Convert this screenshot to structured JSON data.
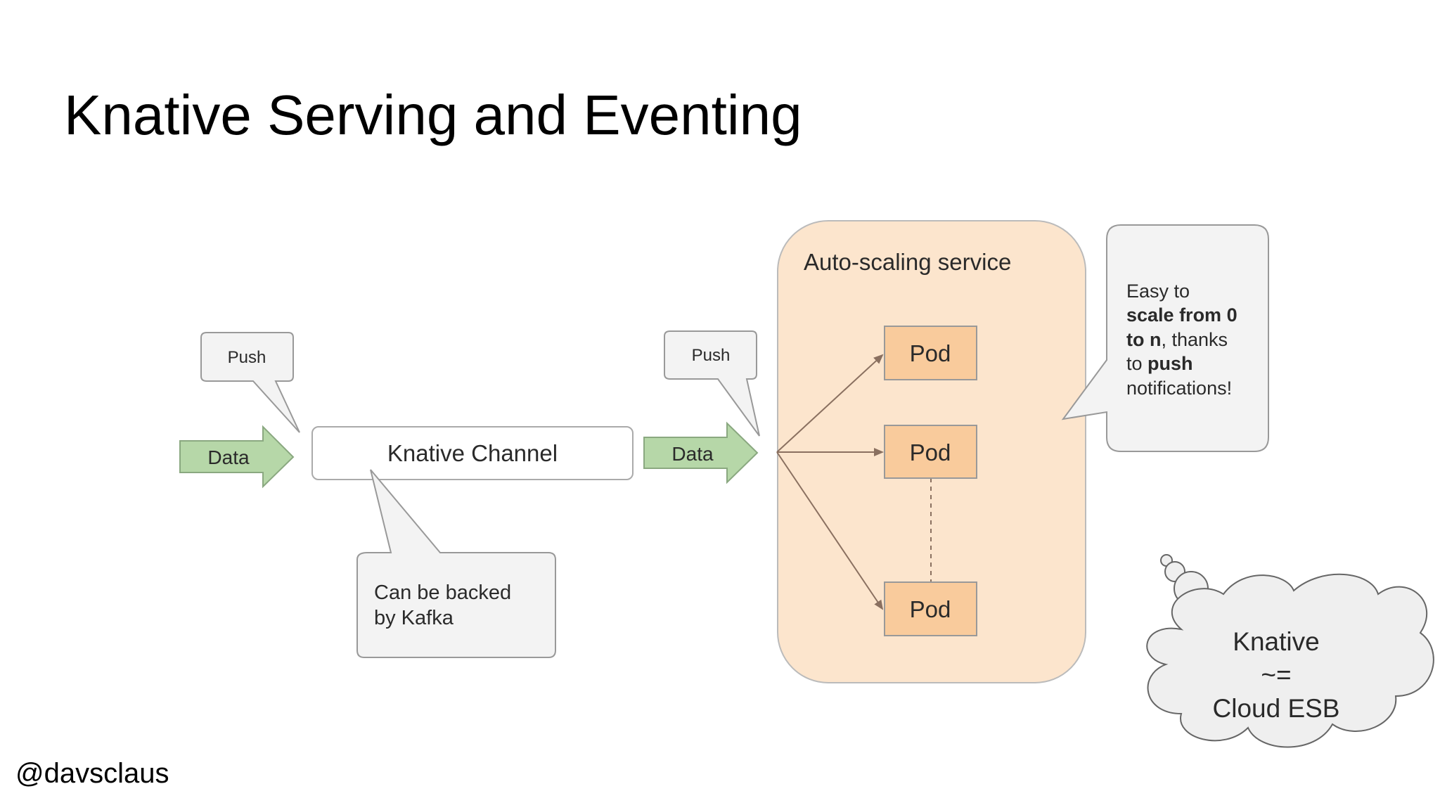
{
  "slide": {
    "title": "Knative Serving and Eventing",
    "footer_handle": "@davsclaus"
  },
  "diagram": {
    "push_label_left": "Push",
    "push_label_right": "Push",
    "data_label_left": "Data",
    "data_label_right": "Data",
    "channel_label": "Knative Channel",
    "kafka_note_line1": "Can be backed",
    "kafka_note_line2": "by Kafka",
    "service_label": "Auto-scaling service",
    "pods": [
      "Pod",
      "Pod",
      "Pod"
    ],
    "scale_note": {
      "line1": "Easy to",
      "line2_bold": "scale from 0",
      "line3_bold": "to n",
      "line3_rest": ", thanks",
      "line4_plain": "to ",
      "line4_bold": "push",
      "line5": "notifications!"
    },
    "cloud_line1": "Knative",
    "cloud_line2": "~=",
    "cloud_line3": "Cloud ESB"
  },
  "colors": {
    "data_arrow_fill": "#b6d7a8",
    "service_fill": "#fce5cd",
    "pod_fill": "#f9cb9c",
    "callout_fill": "#f3f3f3",
    "cloud_fill": "#efefef"
  }
}
